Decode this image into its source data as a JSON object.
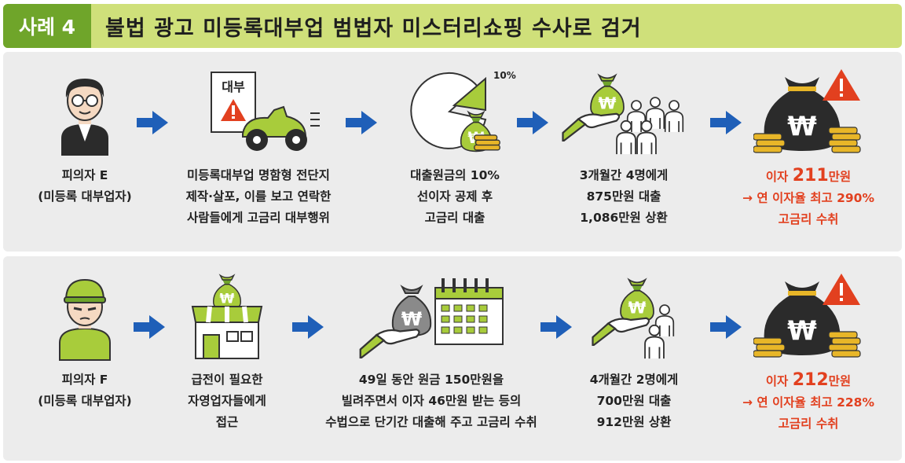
{
  "header": {
    "badge": "사례 4",
    "title": "불법 광고 미등록대부업 범법자 미스터리쇼핑 수사로 검거"
  },
  "cases": [
    {
      "steps": [
        {
          "icon": "person-glasses-icon",
          "lines": [
            "피의자 E",
            "(미등록 대부업자)"
          ]
        },
        {
          "icon": "loan-flyer-scooter-icon",
          "flyer_label": "대부",
          "lines": [
            "미등록대부업 명함형 전단지",
            "제작·살포, 이를 보고 연락한",
            "사람들에게 고금리 대부행위"
          ]
        },
        {
          "icon": "pie-money-bag-icon",
          "pie_label": "10%",
          "lines": [
            "대출원금의 10%",
            "선이자 공제 후",
            "고금리 대출"
          ]
        },
        {
          "icon": "hand-bag-people-icon",
          "lines": [
            "3개월간 4명에게",
            "875만원 대출",
            "1,086만원 상환"
          ]
        }
      ],
      "result": {
        "icon": "warning-money-bag-icon",
        "pre": "이자 ",
        "amount": "211",
        "post": "만원",
        "line2": "→ 연 이자율 최고 290%",
        "line3": "고금리 수취"
      }
    },
    {
      "steps": [
        {
          "icon": "person-cap-icon",
          "lines": [
            "피의자 F",
            "(미등록 대부업자)"
          ]
        },
        {
          "icon": "store-money-bag-icon",
          "lines": [
            "급전이 필요한",
            "자영업자들에게",
            "접근"
          ]
        },
        {
          "icon": "hand-bag-calendar-icon",
          "lines": [
            "49일 동안 원금 150만원을",
            "빌려주면서 이자 46만원 받는 등의",
            "수법으로 단기간 대출해 주고 고금리 수취"
          ]
        },
        {
          "icon": "hand-bag-people-icon",
          "lines": [
            "4개월간 2명에게",
            "700만원 대출",
            "912만원 상환"
          ]
        }
      ],
      "result": {
        "icon": "warning-money-bag-icon",
        "pre": "이자 ",
        "amount": "212",
        "post": "만원",
        "line2": "→ 연 이자율 최고 228%",
        "line3": "고금리 수취"
      }
    }
  ],
  "colors": {
    "green_dark": "#6fa52a",
    "green_light": "#a8cc3b",
    "header_bg": "#cfe07a",
    "panel_bg": "#ececec",
    "arrow_blue": "#1f5fb8",
    "warning_red": "#e2401f",
    "coin_gold": "#e8b628",
    "bag_dark": "#2b2b2b"
  }
}
